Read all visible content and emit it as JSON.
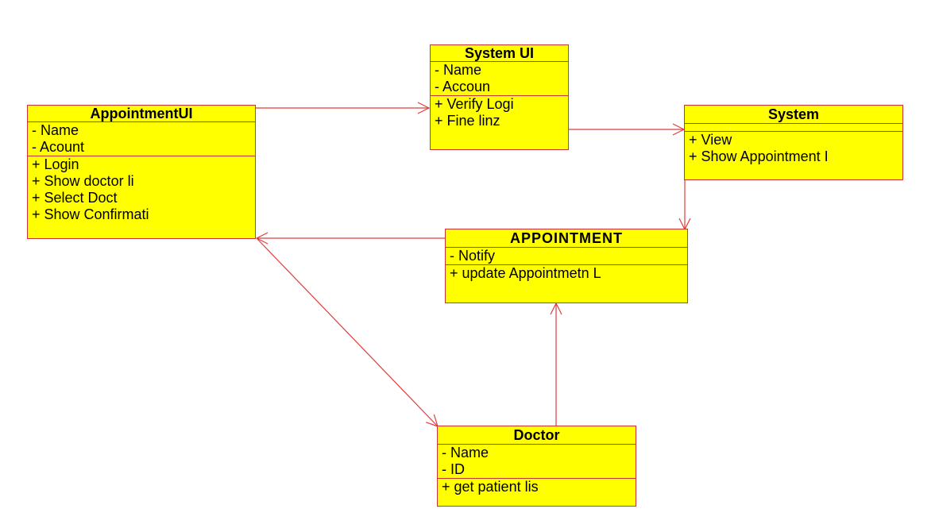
{
  "classes": {
    "appointment_ui": {
      "name": "AppointmentUI",
      "attributes": [
        "- Name",
        "- Acount"
      ],
      "operations": [
        "+ Login",
        "+ Show doctor li",
        "+ Select Doct",
        "+ Show Confirmati"
      ]
    },
    "system_ui": {
      "name": "System UI",
      "attributes": [
        "- Name",
        "- Accoun"
      ],
      "operations": [
        "+ Verify Logi",
        "+ Fine linz"
      ]
    },
    "system": {
      "name": "System",
      "attributes": [],
      "operations": [
        "+ View",
        "+ Show Appointment I"
      ]
    },
    "appointment": {
      "name": "APPOINTMENT",
      "attributes": [
        "- Notify"
      ],
      "operations": [
        "+ update Appointmetn L"
      ]
    },
    "doctor": {
      "name": "Doctor",
      "attributes": [
        "- Name",
        "- ID"
      ],
      "operations": [
        "+ get patient lis"
      ]
    }
  },
  "colors": {
    "class_fill": "#ffff00",
    "line": "#e23b3b",
    "border": "#cc3333"
  }
}
